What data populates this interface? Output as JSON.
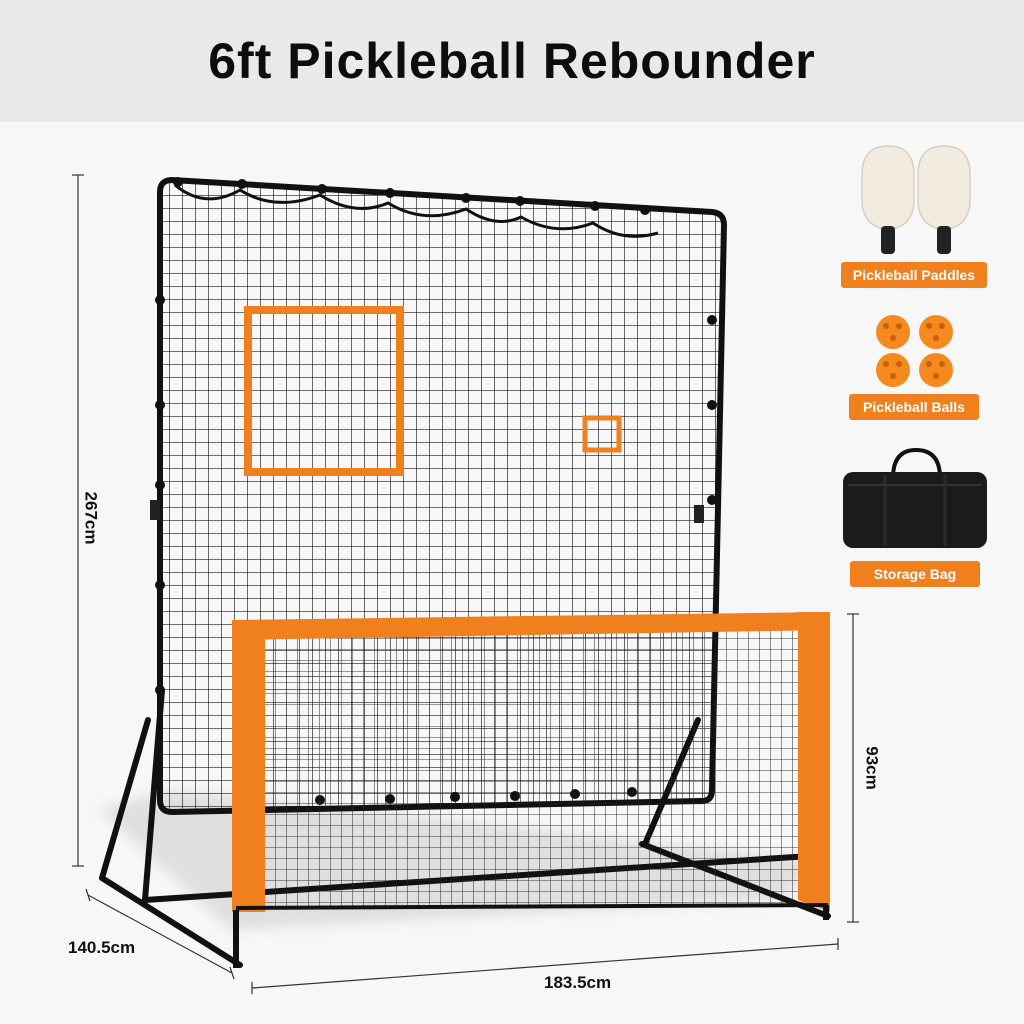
{
  "header": {
    "title": "6ft Pickleball Rebounder"
  },
  "dimensions": {
    "height": "267cm",
    "depth": "140.5cm",
    "width": "183.5cm",
    "net_height": "93cm"
  },
  "accessories": [
    {
      "label": "Pickleball Paddles",
      "icon": "paddle-icon"
    },
    {
      "label": "Pickleball Balls",
      "icon": "ball-icon"
    },
    {
      "label": "Storage Bag",
      "icon": "bag-icon"
    }
  ],
  "colors": {
    "accent": "#f07f1e",
    "frame": "#111111",
    "header_bg": "#e9e9e9"
  }
}
